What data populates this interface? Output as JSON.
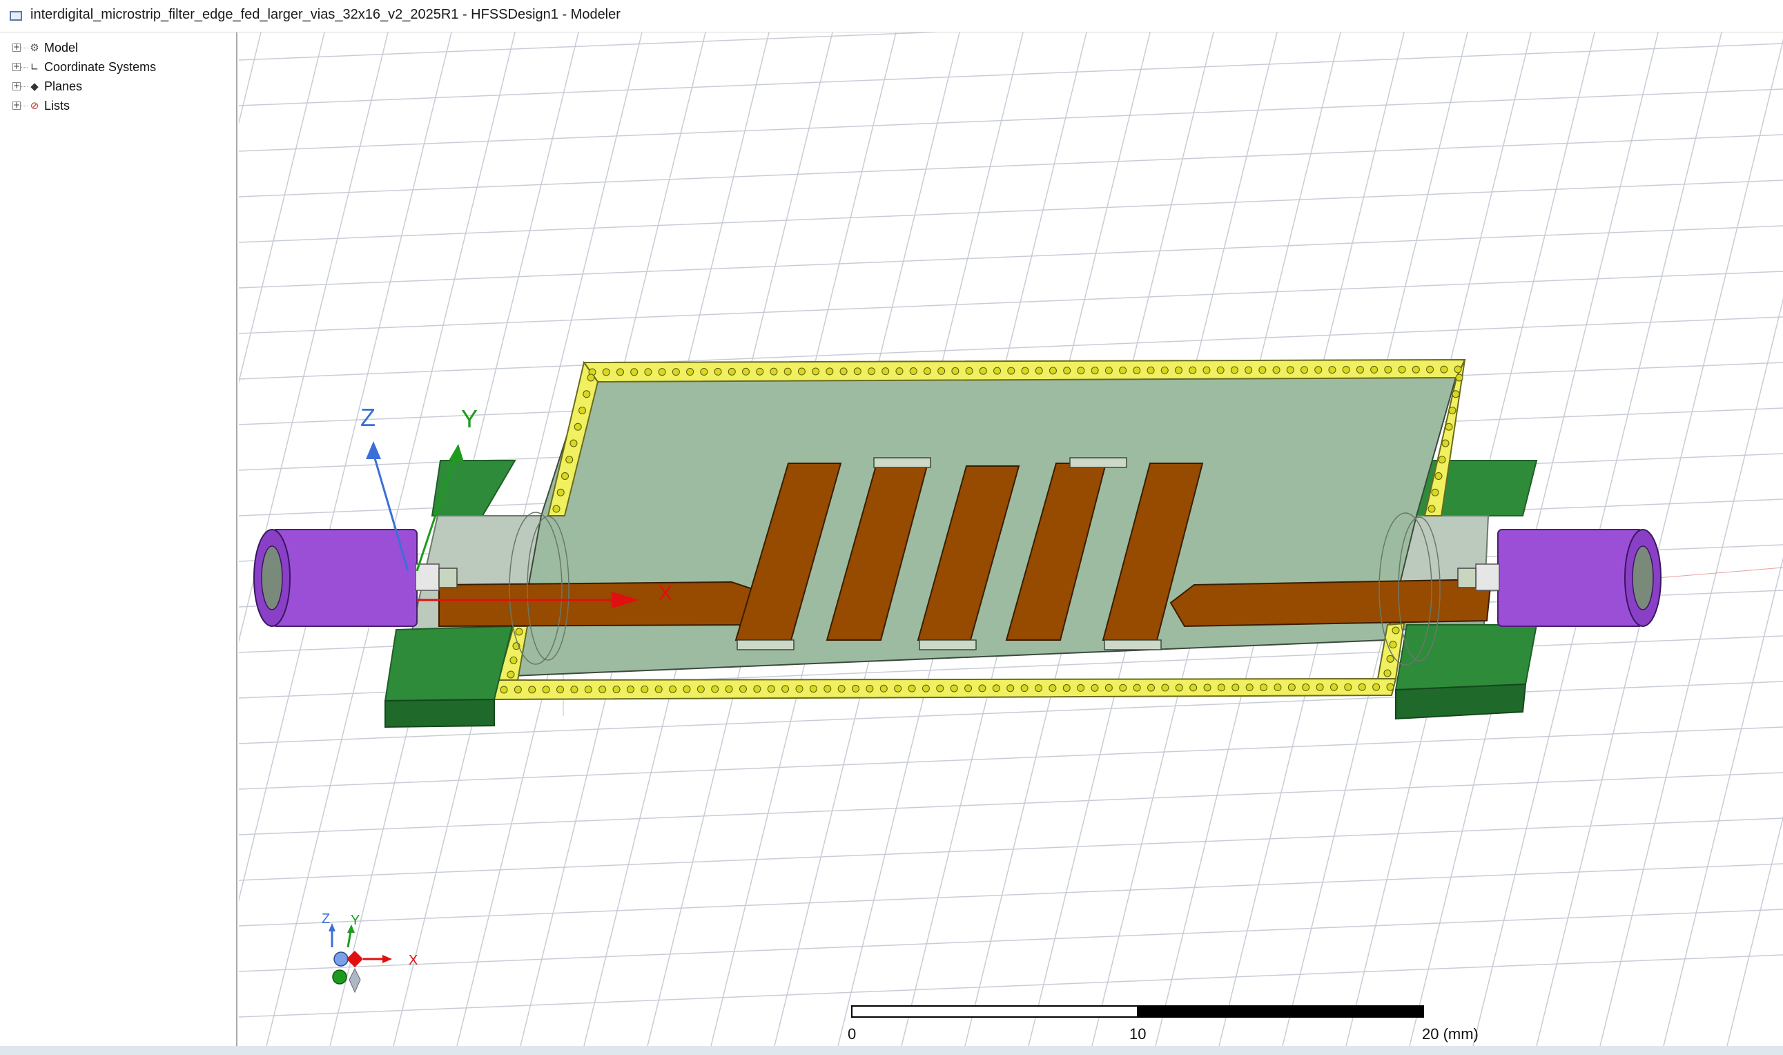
{
  "window": {
    "title": "interdigital_microstrip_filter_edge_fed_larger_vias_32x16_v2_2025R1 - HFSSDesign1 - Modeler"
  },
  "tree": {
    "items": [
      {
        "label": "Model",
        "icon": "model-icon",
        "expander": "+"
      },
      {
        "label": "Coordinate Systems",
        "icon": "coordinate-systems-icon",
        "expander": "+"
      },
      {
        "label": "Planes",
        "icon": "planes-icon",
        "expander": "+"
      },
      {
        "label": "Lists",
        "icon": "lists-icon",
        "expander": "+"
      }
    ]
  },
  "viewport": {
    "axes": {
      "x": "X",
      "y": "Y",
      "z": "Z"
    },
    "triad": {
      "x": "X",
      "y": "Y",
      "z": "Z"
    },
    "ruler": {
      "tick0": "0",
      "tick1": "10",
      "tick2": "20 (mm)"
    }
  },
  "colors": {
    "substrate": "#9dbba0",
    "copper": "#964b00",
    "ground_pad": "#2e8b3a",
    "via_frame": "#f0f060",
    "connector": "#9b4fd6",
    "grid": "#c8ccd6",
    "axis_x": "#e01010",
    "axis_y": "#1e9b1e",
    "axis_z": "#3a6fd8"
  }
}
